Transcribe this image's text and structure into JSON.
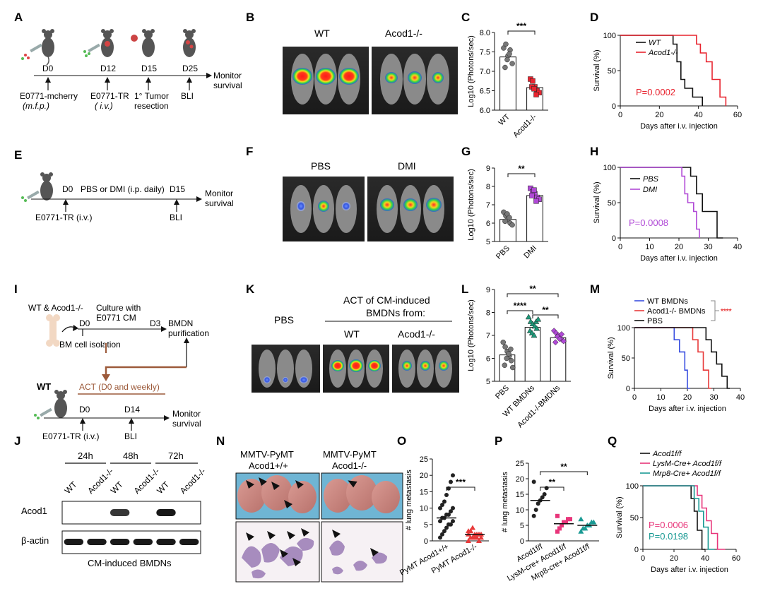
{
  "colors": {
    "wt_red": "#e8242f",
    "dmi_purple": "#b049d6",
    "teal": "#1a9a94",
    "blue": "#3a4fe0",
    "acod_red": "#e83a3a",
    "pink": "#e8357a",
    "brown_arrow": "#9c5a3a",
    "black": "#111111"
  },
  "panel_labels": {
    "A": "A",
    "B": "B",
    "C": "C",
    "D": "D",
    "E": "E",
    "F": "F",
    "G": "G",
    "H": "H",
    "I": "I",
    "J": "J",
    "K": "K",
    "L": "L",
    "M": "M",
    "N": "N",
    "O": "O",
    "P": "P",
    "Q": "Q"
  },
  "panelA": {
    "days": [
      "D0",
      "D12",
      "D15",
      "D25"
    ],
    "monitor": "Monitor",
    "survival": "survival",
    "ev1": "E0771-mcherry",
    "ev1b": "(m.f.p.)",
    "ev2": "E0771-TR",
    "ev2b": "( i.v.)",
    "ev3": "1° Tumor",
    "ev3b": "resection",
    "ev4": "BLI"
  },
  "panelB": {
    "left": "WT",
    "right": "Acod1-/-"
  },
  "panelE": {
    "d0": "D0",
    "mid": "PBS or DMI  (i.p. daily)",
    "d15": "D15",
    "monitor": "Monitor",
    "survival": "survival",
    "cell": "E0771-TR (i.v.)",
    "bli": "BLI"
  },
  "panelF": {
    "left": "PBS",
    "right": "DMI"
  },
  "panelI": {
    "title": "WT & Acod1-/-",
    "d0": "D0",
    "culture1": "Culture with",
    "culture2": "E0771 CM",
    "d3": "D3",
    "bmdn1": "BMDN",
    "bmdn2": "purification",
    "bm": "BM cell isolation",
    "act": "ACT (D0 and weekly)",
    "wt": "WT",
    "d0b": "D0",
    "d14": "D14",
    "monitor": "Monitor",
    "survival": "survival",
    "cell": "E0771-TR (i.v.)",
    "bli": "BLI"
  },
  "panelK": {
    "pbs": "PBS",
    "title1": "ACT of CM-induced",
    "title2": "BMDNs from:",
    "wt": "WT",
    "ko": "Acod1-/-"
  },
  "panelJ": {
    "times": [
      "24h",
      "48h",
      "72h"
    ],
    "lanes": [
      "WT",
      "Acod1-/-",
      "WT",
      "Acod1-/-",
      "WT",
      "Acod1-/-"
    ],
    "row1": "Acod1",
    "row2": "β-actin",
    "caption": "CM-induced BMDNs",
    "acod1_signal": [
      0,
      0,
      0.75,
      0,
      0.95,
      0
    ],
    "actin_signal": [
      1,
      1,
      1,
      1,
      1,
      1
    ]
  },
  "panelN": {
    "left1": "MMTV-PyMT",
    "left2": "Acod1+/+",
    "right1": "MMTV-PyMT",
    "right2": "Acod1-/-"
  },
  "chart_data": [
    {
      "panel": "C",
      "type": "bar",
      "ylabel": "Log10 (Photons/sec)",
      "ylim": [
        6.0,
        8.0
      ],
      "yticks": [
        "6.0",
        "6.5",
        "7.0",
        "7.5",
        "8.0"
      ],
      "categories": [
        "WT",
        "Acod1-/-"
      ],
      "values": [
        7.37,
        6.58
      ],
      "significance": "***",
      "points": [
        [
          7.6,
          7.7,
          7.4,
          7.55,
          7.2,
          7.1,
          7.3,
          7.45
        ],
        [
          6.8,
          6.75,
          6.6,
          6.5,
          6.45,
          6.6,
          6.55,
          6.4
        ]
      ]
    },
    {
      "panel": "D",
      "type": "line",
      "ylabel": "Survival (%)",
      "xlabel": "Days after i.v. injection",
      "xlim": [
        0,
        60
      ],
      "ylim": [
        0,
        100
      ],
      "xticks": [
        "0",
        "20",
        "40",
        "60"
      ],
      "yticks": [
        "0",
        "50",
        "100"
      ],
      "pvalue": "P=0.0002",
      "series": [
        {
          "name": "WT",
          "x": [
            0,
            27,
            27,
            29,
            29,
            31,
            31,
            33,
            33,
            37,
            37,
            42,
            42
          ],
          "y": [
            100,
            100,
            87.5,
            87.5,
            62.5,
            62.5,
            37.5,
            37.5,
            25,
            25,
            12.5,
            12.5,
            0
          ]
        },
        {
          "name": "Acod1-/-",
          "x": [
            0,
            39,
            39,
            41,
            41,
            44,
            44,
            47,
            47,
            51,
            51,
            54,
            54
          ],
          "y": [
            100,
            100,
            87.5,
            87.5,
            75,
            75,
            62.5,
            62.5,
            37.5,
            37.5,
            12.5,
            12.5,
            0
          ]
        }
      ]
    },
    {
      "panel": "G",
      "type": "bar",
      "ylabel": "Log10 (Photons/sec)",
      "ylim": [
        5,
        9
      ],
      "yticks": [
        "5",
        "6",
        "7",
        "8",
        "9"
      ],
      "categories": [
        "PBS",
        "DMI"
      ],
      "values": [
        6.2,
        7.5
      ],
      "significance": "**",
      "points": [
        [
          6.6,
          6.4,
          6.2,
          6.0,
          5.9,
          6.1,
          6.5,
          6.3
        ],
        [
          7.9,
          7.7,
          7.6,
          7.4,
          7.3,
          7.5,
          7.8,
          7.2
        ]
      ]
    },
    {
      "panel": "H",
      "type": "line",
      "ylabel": "Survival (%)",
      "xlabel": "Days after i.v. injection",
      "xlim": [
        0,
        40
      ],
      "ylim": [
        0,
        100
      ],
      "xticks": [
        "0",
        "10",
        "20",
        "30",
        "40"
      ],
      "yticks": [
        "0",
        "50",
        "100"
      ],
      "pvalue": "P=0.0008",
      "series": [
        {
          "name": "PBS",
          "x": [
            0,
            24,
            24,
            26,
            26,
            28,
            28,
            33,
            33,
            35
          ],
          "y": [
            100,
            100,
            87.5,
            87.5,
            62.5,
            62.5,
            37.5,
            37.5,
            0,
            0
          ]
        },
        {
          "name": "DMI",
          "x": [
            0,
            21,
            21,
            22,
            22,
            23,
            23,
            25,
            25,
            26,
            26,
            27,
            27
          ],
          "y": [
            100,
            100,
            87.5,
            87.5,
            62.5,
            62.5,
            50,
            50,
            37.5,
            37.5,
            12.5,
            12.5,
            0
          ]
        }
      ]
    },
    {
      "panel": "L",
      "type": "bar",
      "ylabel": "Log10 (Photons/sec)",
      "ylim": [
        5,
        9
      ],
      "yticks": [
        "5",
        "6",
        "7",
        "8",
        "9"
      ],
      "categories": [
        "PBS",
        "WT BMDNs",
        "Acod1-/-BMDNs"
      ],
      "values": [
        6.15,
        7.35,
        6.9
      ],
      "significance": [
        "****",
        "**",
        "**"
      ],
      "points": [
        [
          6.7,
          6.5,
          6.3,
          6.1,
          5.9,
          5.7,
          6.0,
          6.2,
          6.4,
          5.6
        ],
        [
          7.8,
          7.6,
          7.5,
          7.4,
          7.3,
          7.2,
          7.1,
          7.0,
          7.6,
          7.7
        ],
        [
          7.2,
          7.1,
          7.0,
          6.9,
          6.8,
          6.7,
          6.95,
          6.85,
          7.05,
          6.75
        ]
      ]
    },
    {
      "panel": "M",
      "type": "line",
      "ylabel": "Survival (%)",
      "xlabel": "Days after i.v. injection",
      "xlim": [
        0,
        40
      ],
      "ylim": [
        0,
        100
      ],
      "xticks": [
        "0",
        "10",
        "20",
        "30",
        "40"
      ],
      "yticks": [
        "0",
        "50",
        "100"
      ],
      "series": [
        {
          "name": "WT BMDNs",
          "x": [
            0,
            15,
            15,
            17,
            17,
            19,
            19,
            20,
            20,
            21
          ],
          "y": [
            100,
            100,
            80,
            80,
            60,
            60,
            30,
            30,
            0,
            0
          ]
        },
        {
          "name": "Acod1-/- BMDNs",
          "x": [
            0,
            22,
            22,
            24,
            24,
            26,
            26,
            28,
            28,
            29
          ],
          "y": [
            100,
            100,
            80,
            80,
            60,
            60,
            30,
            30,
            0,
            0
          ]
        },
        {
          "name": "PBS",
          "x": [
            0,
            27,
            27,
            29,
            29,
            31,
            31,
            33,
            33,
            35,
            35,
            36
          ],
          "y": [
            100,
            100,
            80,
            80,
            60,
            60,
            40,
            40,
            20,
            20,
            0,
            0
          ]
        }
      ],
      "significance": "****"
    },
    {
      "panel": "O",
      "type": "scatter",
      "ylabel": "# lung metastasis",
      "ylim": [
        0,
        25
      ],
      "yticks": [
        "0",
        "5",
        "10",
        "15",
        "20",
        "25"
      ],
      "categories": [
        "PyMT Acod1+/+",
        "PyMT Acod1-/-"
      ],
      "means": [
        7,
        2
      ],
      "significance": "***",
      "points": [
        [
          1,
          2,
          3,
          4,
          5,
          5,
          6,
          6,
          7,
          7,
          8,
          8,
          9,
          10,
          10,
          11,
          12,
          14,
          16,
          18,
          20
        ],
        [
          0,
          1,
          1,
          1,
          2,
          2,
          2,
          3,
          3,
          4,
          2,
          1,
          0,
          1,
          2,
          3
        ]
      ]
    },
    {
      "panel": "P",
      "type": "scatter",
      "ylabel": "# lung metastasis",
      "ylim": [
        0,
        25
      ],
      "yticks": [
        "0",
        "5",
        "10",
        "15",
        "20",
        "25"
      ],
      "categories": [
        "Acod1f/f",
        "LysM-cre+ Acod1f/f",
        "Mrp8-cre+ Acod1f/f"
      ],
      "means": [
        13,
        5.5,
        5
      ],
      "significance": [
        "**",
        "**"
      ],
      "points": [
        [
          8,
          10,
          12,
          13,
          14,
          15,
          17,
          19
        ],
        [
          3,
          4,
          5,
          6,
          6,
          7,
          7,
          8
        ],
        [
          3,
          4,
          4,
          5,
          5,
          6,
          6,
          7
        ]
      ]
    },
    {
      "panel": "Q",
      "type": "line",
      "ylabel": "Survival (%)",
      "xlabel": "Days after i.v. injection",
      "xlim": [
        0,
        60
      ],
      "ylim": [
        0,
        100
      ],
      "xticks": [
        "0",
        "20",
        "40",
        "60"
      ],
      "yticks": [
        "0",
        "50",
        "100"
      ],
      "pvalues": [
        "P=0.0006",
        "P=0.0198"
      ],
      "series": [
        {
          "name": "Acod1f/f",
          "x": [
            0,
            31,
            31,
            33,
            33,
            35,
            35,
            38,
            38,
            40
          ],
          "y": [
            100,
            100,
            80,
            80,
            60,
            60,
            30,
            30,
            0,
            0
          ]
        },
        {
          "name": "LysM-Cre+ Acod1f/f",
          "x": [
            0,
            35,
            35,
            38,
            38,
            41,
            41,
            44,
            44,
            48,
            48,
            53
          ],
          "y": [
            100,
            100,
            85,
            85,
            65,
            65,
            45,
            45,
            25,
            25,
            0,
            0
          ]
        },
        {
          "name": "Mrp8-Cre+ Acod1f/f",
          "x": [
            0,
            33,
            33,
            36,
            36,
            39,
            39,
            42,
            42,
            46
          ],
          "y": [
            100,
            100,
            80,
            80,
            60,
            60,
            35,
            35,
            0,
            0
          ]
        }
      ]
    }
  ]
}
